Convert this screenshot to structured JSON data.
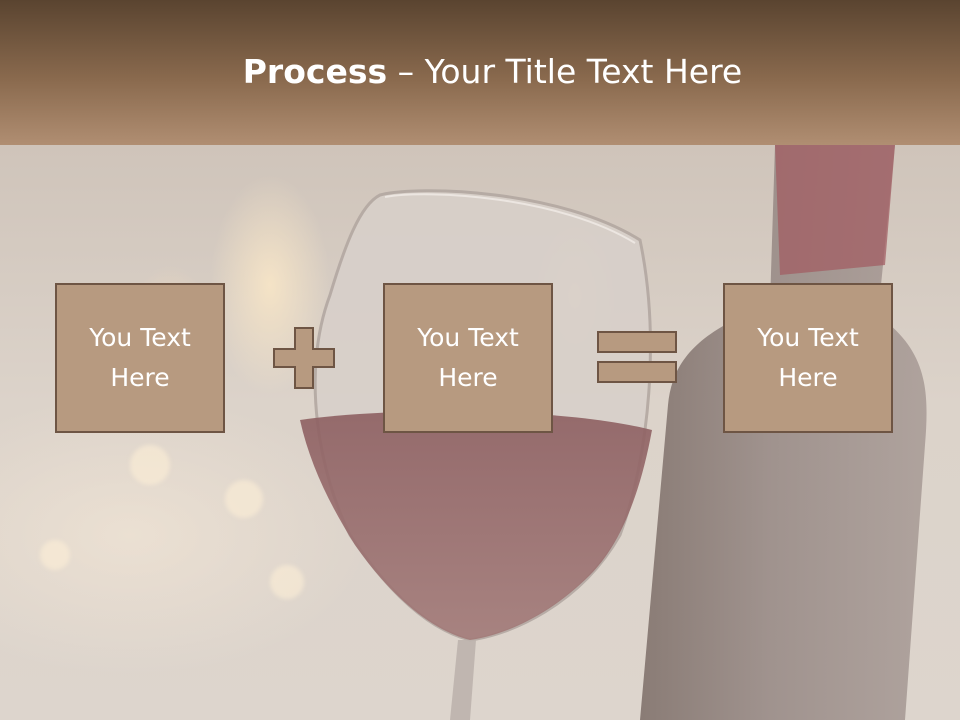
{
  "slide": {
    "title_bold": "Process",
    "title_rest": " – Your Title Text Here"
  },
  "process": {
    "boxes": [
      {
        "text": "You Text\nHere"
      },
      {
        "text": "You Text\nHere"
      },
      {
        "text": "You Text\nHere"
      }
    ],
    "operators": [
      "plus",
      "equals"
    ]
  },
  "colors": {
    "header_top": "#5a4430",
    "header_bottom": "#b08e72",
    "box_fill": "#b79a80",
    "box_border": "#6e5544",
    "operator_fill": "#b79a80"
  }
}
